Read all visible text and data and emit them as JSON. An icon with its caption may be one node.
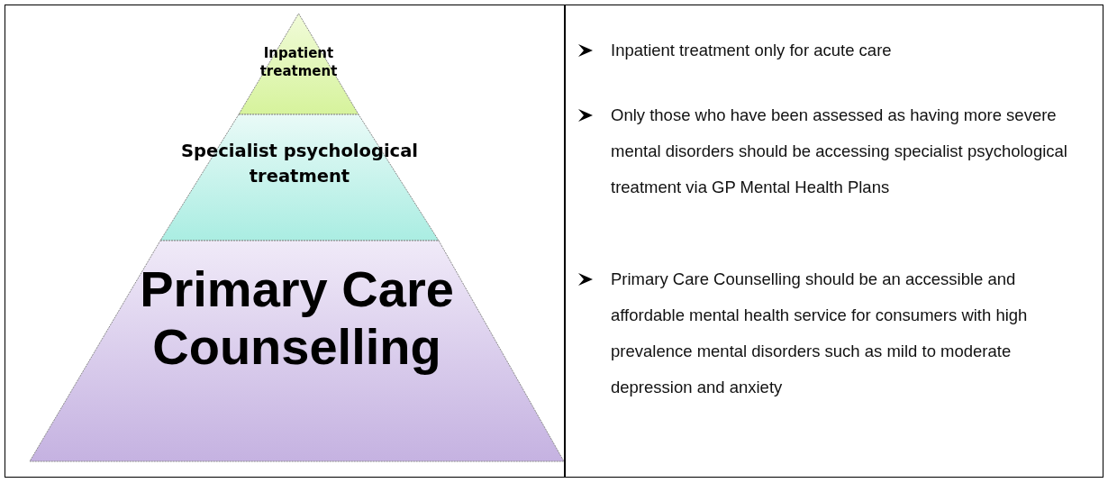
{
  "diagram": {
    "nodes": [
      {
        "text": [
          "Inpatient treatment"
        ]
      },
      {
        "text": [
          "Specialist psychological treatment"
        ]
      },
      {
        "text": [
          "Primary Care Counselling"
        ]
      }
    ],
    "labels": [
      "Inpatient treatment only for acute care",
      "Only those who have been assessed as having more severe mental disorders should be accessing specialist psychological treatment via GP Mental Health Plans",
      "Primary Care Counselling should be an accessible and affordable mental health service for consumers with high prevalence mental disorders such as mild to moderate depression and anxiety"
    ]
  }
}
